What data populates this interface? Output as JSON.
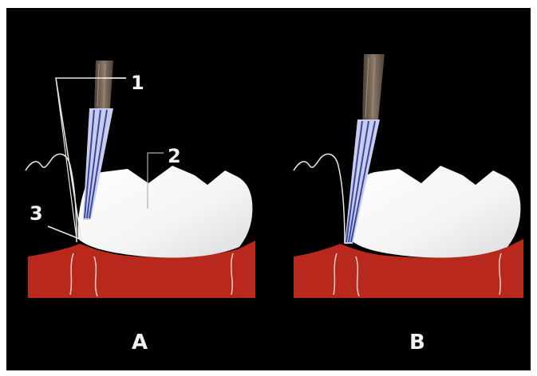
{
  "labels": {
    "callout_1": "1",
    "callout_2": "2",
    "callout_3": "3",
    "panel_a": "A",
    "panel_b": "B"
  },
  "colors": {
    "background": "#000000",
    "border": "#ffffff",
    "gum": "#b8281d",
    "tooth": "#f4f4f4",
    "instrument_blade": "#9aa6d6",
    "instrument_handle": "#6b5a4c"
  }
}
